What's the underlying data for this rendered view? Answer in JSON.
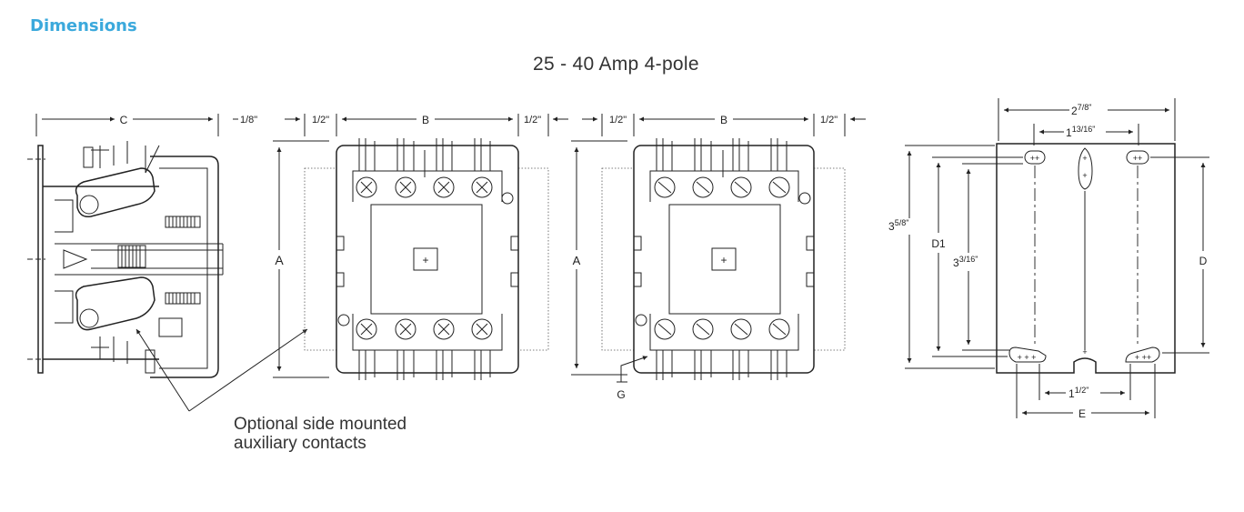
{
  "heading": "Dimensions",
  "subtitle": "25 - 40 Amp 4-pole",
  "note": {
    "line1": "Optional side mounted",
    "line2": "auxiliary contacts"
  },
  "dims": {
    "c": "C",
    "eighth": "1/8\"",
    "half": "1/2\"",
    "b": "B",
    "a": "A",
    "g": "G",
    "d": "D",
    "d1": "D1",
    "e": "E",
    "w_whole": "2",
    "w_frac": "7/8\"",
    "s_whole": "1",
    "s_frac": "13/16\"",
    "h_whole": "3",
    "h_frac": "5/8\"",
    "i_whole": "3",
    "i_frac": "3/16\"",
    "p_whole": "1",
    "p_frac": "1/2\""
  },
  "colors": {
    "heading": "#3ba9dc",
    "line": "#222222"
  }
}
